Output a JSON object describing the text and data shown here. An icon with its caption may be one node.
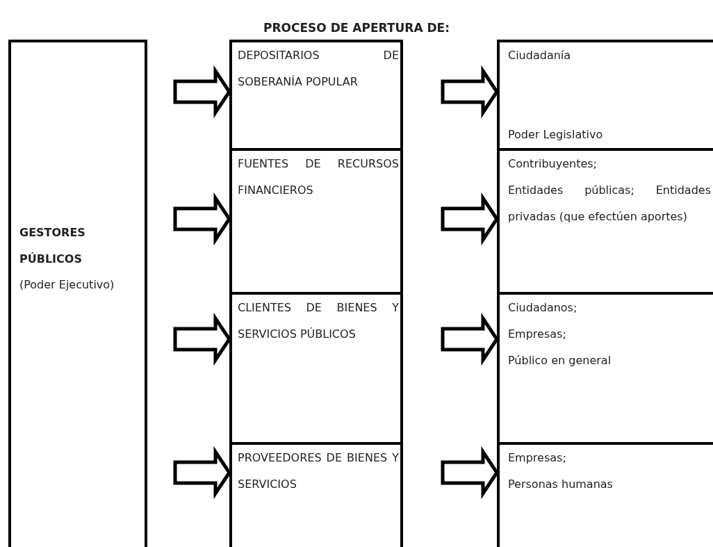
{
  "diagram": {
    "title": "PROCESO DE APERTURA DE:",
    "nodes": [
      {
        "text": [
          "GESTORES PÚBLICOS",
          "(Poder Ejecutivo)"
        ]
      },
      {
        "text": [
          "DEPOSITARIOS DE SOBERANÍA POPULAR"
        ]
      },
      {
        "text": [
          "FUENTES DE RECURSOS FINANCIEROS"
        ]
      },
      {
        "text": [
          "CLIENTES DE BIENES Y SERVICIOS PÚBLICOS"
        ]
      },
      {
        "text": [
          "PROVEEDORES DE BIENES Y SERVICIOS"
        ]
      },
      {
        "text": [
          "Ciudadanía",
          "Poder Legislativo"
        ]
      },
      {
        "text": [
          "Contribuyentes;",
          "Entidades públicas; Entidades privadas (que efectúen aportes)"
        ]
      },
      {
        "text": [
          "Ciudadanos;",
          "Empresas;",
          "Público en general"
        ]
      },
      {
        "text": [
          "Empresas;",
          "Personas humanas"
        ]
      }
    ],
    "edges": [
      {
        "from": null,
        "to": 1,
        "arrow": "to"
      },
      {
        "from": null,
        "to": 2,
        "arrow": "to"
      },
      {
        "from": null,
        "to": 3,
        "arrow": "to"
      },
      {
        "from": null,
        "to": 4,
        "arrow": "to"
      },
      {
        "from": null,
        "to": 5,
        "arrow": "to"
      },
      {
        "from": null,
        "to": 6,
        "arrow": "to"
      },
      {
        "from": null,
        "to": 7,
        "arrow": "to"
      },
      {
        "from": null,
        "to": 8,
        "arrow": "to"
      }
    ]
  }
}
